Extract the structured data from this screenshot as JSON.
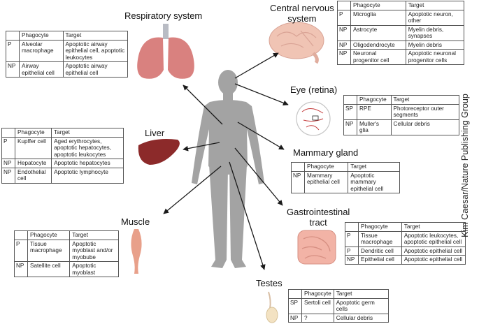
{
  "credit": "Kim Caesar/Nature Publishing Group",
  "header": {
    "phagocyte": "Phagocyte",
    "target": "Target"
  },
  "organs": [
    {
      "id": "respiratory",
      "label": "Respiratory system",
      "rows": [
        [
          "P",
          "Alveolar macrophage",
          "Apoptotic airway epithelial cell, apoptotic leukocytes"
        ],
        [
          "NP",
          "Airway epithelial cell",
          "Apoptotic airway epithelial cell"
        ]
      ]
    },
    {
      "id": "cns",
      "label": "Central nervous system",
      "rows": [
        [
          "P",
          "Microglia",
          "Apoptotic neuron, other"
        ],
        [
          "NP",
          "Astrocyte",
          "Myelin debris, synapses"
        ],
        [
          "NP",
          "Oligodendrocyte",
          "Myelin debris"
        ],
        [
          "NP",
          "Neuronal progenitor cell",
          "Apoptotic neuronal progenitor cells"
        ]
      ]
    },
    {
      "id": "eye",
      "label": "Eye (retina)",
      "rows": [
        [
          "SP",
          "RPE",
          "Photoreceptor outer segments"
        ],
        [
          "NP",
          "Muller's glia",
          "Cellular debris"
        ]
      ]
    },
    {
      "id": "liver",
      "label": "Liver",
      "rows": [
        [
          "P",
          "Kupffer cell",
          "Aged erythrocytes, apoptotic hepatocytes, apoptotic leukocytes"
        ],
        [
          "NP",
          "Hepatocyte",
          "Apoptotic hepatocytes"
        ],
        [
          "NP",
          "Endothelial cell",
          "Apoptotic lymphocyte"
        ]
      ]
    },
    {
      "id": "mammary",
      "label": "Mammary gland",
      "rows": [
        [
          "NP",
          "Mammary epithelial cell",
          "Apoptotic mammary epithelial cell"
        ]
      ]
    },
    {
      "id": "gi",
      "label": "Gastrointestinal tract",
      "rows": [
        [
          "P",
          "Tissue macrophage",
          "Apoptotic leukocytes, apoptotic epithelial cell"
        ],
        [
          "P",
          "Dendritic cell",
          "Apoptotic epithelial cell"
        ],
        [
          "NP",
          "Epithelial cell",
          "Apoptotic epithelial cell"
        ]
      ]
    },
    {
      "id": "muscle",
      "label": "Muscle",
      "rows": [
        [
          "P",
          "Tissue macrophage",
          "Apoptotic myoblast and/or myobube"
        ],
        [
          "NP",
          "Satellite cell",
          "Apoptotic myoblast"
        ]
      ]
    },
    {
      "id": "testes",
      "label": "Testes",
      "rows": [
        [
          "SP",
          "Sertoli cell",
          "Apoptotic germ cells"
        ],
        [
          "NP",
          "?",
          "Cellular debris"
        ]
      ]
    }
  ],
  "colors": {
    "body": "#a3a3a3",
    "arrow": "#1a1a1a",
    "lung": "#d9817f",
    "liver": "#8c2a2a",
    "brain": "#f0c4b4",
    "gut": "#f2b3a6",
    "muscle": "#e8a08a"
  }
}
